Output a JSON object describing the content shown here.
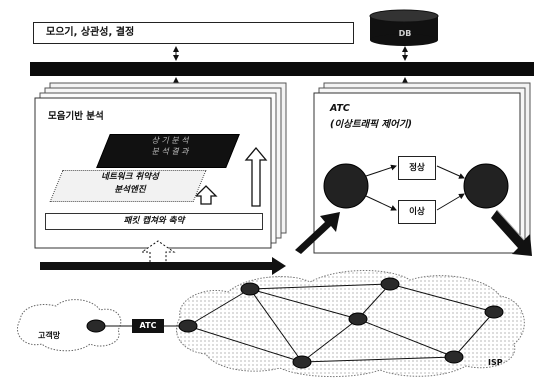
{
  "top_box": {
    "label": "모으기, 상관성, 결정"
  },
  "database": {
    "label": "DB"
  },
  "bus": {
    "label": ""
  },
  "left_panel": {
    "title": "모음기반 분석",
    "analysis_box_line1": "상 기 분 석",
    "analysis_box_line2": "분 석 결 과",
    "vulnerability_line1": "네트워크 취약성",
    "vulnerability_line2": "분석엔진",
    "capture_label": "패킷 캡쳐와 축약"
  },
  "right_panel": {
    "title_line1": "ATC",
    "title_line2": "(이상트래픽 제어기)",
    "normal_label": "정상",
    "abnormal_label": "이상"
  },
  "network": {
    "customer_label": "고객망",
    "atc_label": "ATC",
    "isp_label": "ISP"
  },
  "colors": {
    "bus": "#0b0b0b",
    "router": "#2a2a2a",
    "panel_border": "#444444"
  }
}
